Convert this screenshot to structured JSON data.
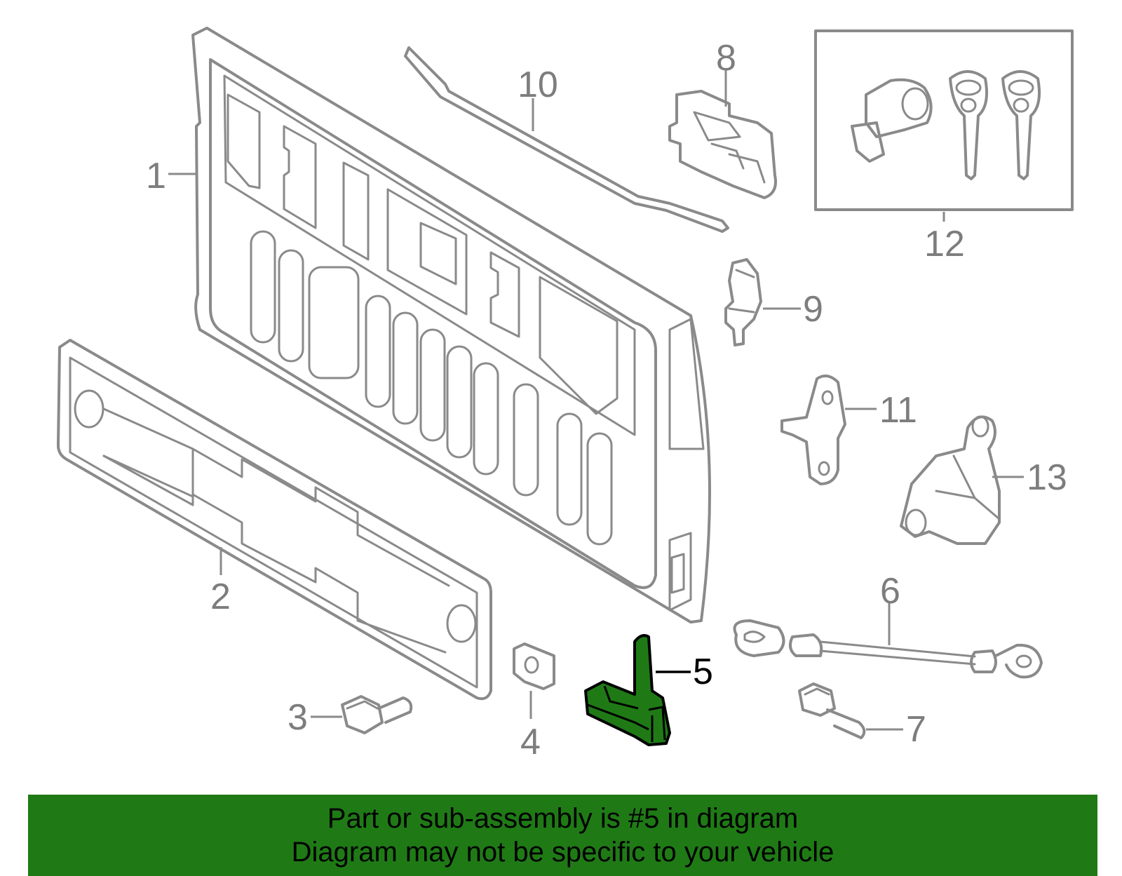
{
  "callouts": {
    "c1": "1",
    "c2": "2",
    "c3": "3",
    "c4": "4",
    "c5": "5",
    "c6": "6",
    "c7": "7",
    "c8": "8",
    "c9": "9",
    "c10": "10",
    "c11": "11",
    "c12": "12",
    "c13": "13"
  },
  "highlight": {
    "part": "5",
    "color": "#1f7a16"
  },
  "banner": {
    "line1": "Part or sub-assembly is #5 in diagram",
    "line2": "Diagram may not be specific to your vehicle",
    "background": "#1f7a16"
  }
}
